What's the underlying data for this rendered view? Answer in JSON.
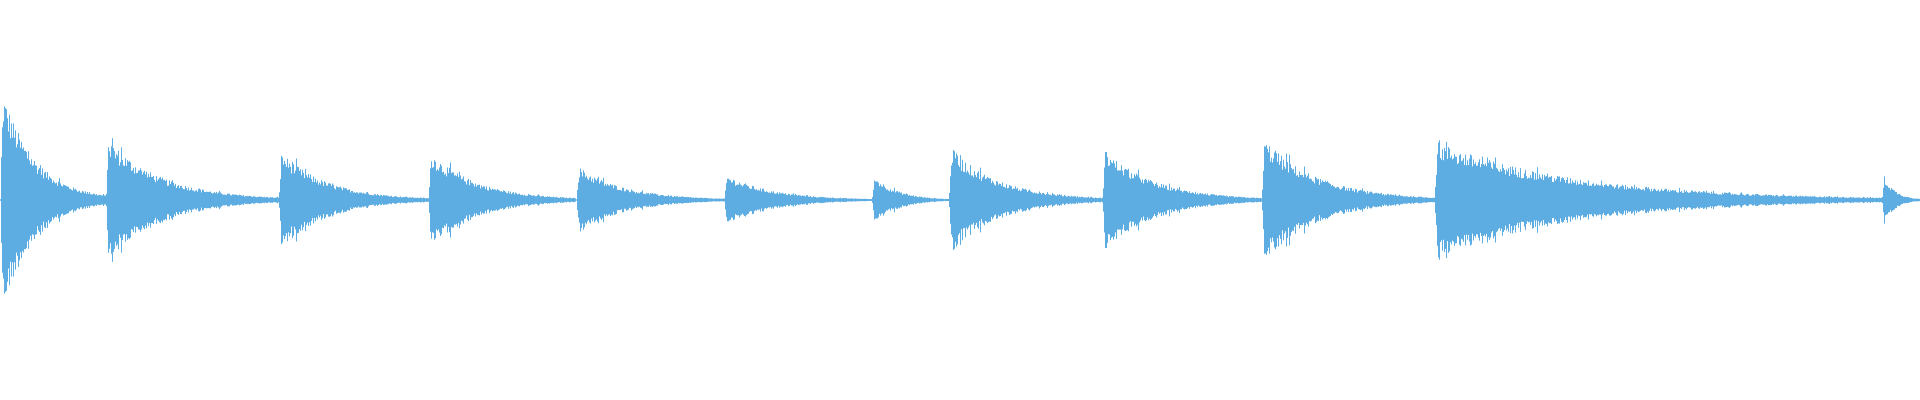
{
  "waveform": {
    "color": "#5dade2",
    "background": "#ffffff",
    "duration_fraction_axis": [
      0,
      1
    ],
    "onsets": [
      {
        "t": 0.0,
        "amp": 0.53,
        "decay": 0.055
      },
      {
        "t": 0.055,
        "amp": 0.29,
        "decay": 0.09
      },
      {
        "t": 0.145,
        "amp": 0.23,
        "decay": 0.078
      },
      {
        "t": 0.223,
        "amp": 0.23,
        "decay": 0.077
      },
      {
        "t": 0.3,
        "amp": 0.16,
        "decay": 0.077
      },
      {
        "t": 0.377,
        "amp": 0.12,
        "decay": 0.077
      },
      {
        "t": 0.454,
        "amp": 0.12,
        "decay": 0.04
      },
      {
        "t": 0.494,
        "amp": 0.25,
        "decay": 0.08
      },
      {
        "t": 0.574,
        "amp": 0.24,
        "decay": 0.083
      },
      {
        "t": 0.657,
        "amp": 0.29,
        "decay": 0.09
      },
      {
        "t": 0.747,
        "amp": 0.27,
        "decay": 0.233
      },
      {
        "t": 0.98,
        "amp": 0.13,
        "decay": 0.02
      }
    ]
  }
}
